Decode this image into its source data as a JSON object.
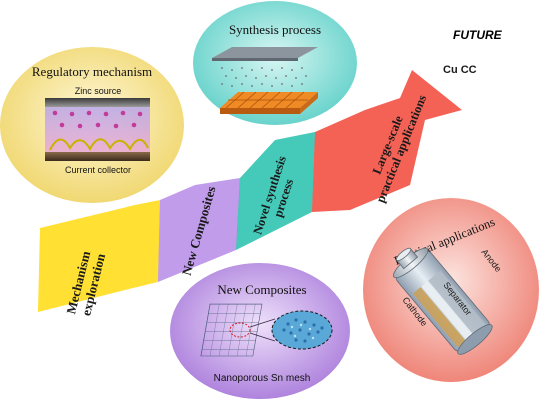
{
  "future_label": "FUTURE",
  "cu_cc_label": "Cu CC",
  "stages": [
    {
      "line1": "Mechanism",
      "line2": "exploration",
      "color": "#FFE033"
    },
    {
      "line1": "New Composites",
      "line2": "",
      "color": "#C09CEB"
    },
    {
      "line1": "Novel synthesis",
      "line2": "process",
      "color": "#45C9B9"
    },
    {
      "line1": "Large-scale",
      "line2": "practical applications",
      "color": "#F46256"
    }
  ],
  "bubbles": {
    "regulatory": {
      "title": "Regulatory mechanism",
      "top_label": "Zinc source",
      "bottom_label": "Current collector",
      "color": "#F3DC7C"
    },
    "synthesis": {
      "title": "Synthesis process",
      "color": "#6FD6CF"
    },
    "composites": {
      "title": "New Composites",
      "caption": "Nanoporous Sn mesh",
      "color": "#B387E0"
    },
    "practical": {
      "title": "Practical applications",
      "anode_label": "Anode",
      "separator_label": "Separator",
      "cathode_label": "Cathode",
      "color": "#F0877C"
    }
  }
}
